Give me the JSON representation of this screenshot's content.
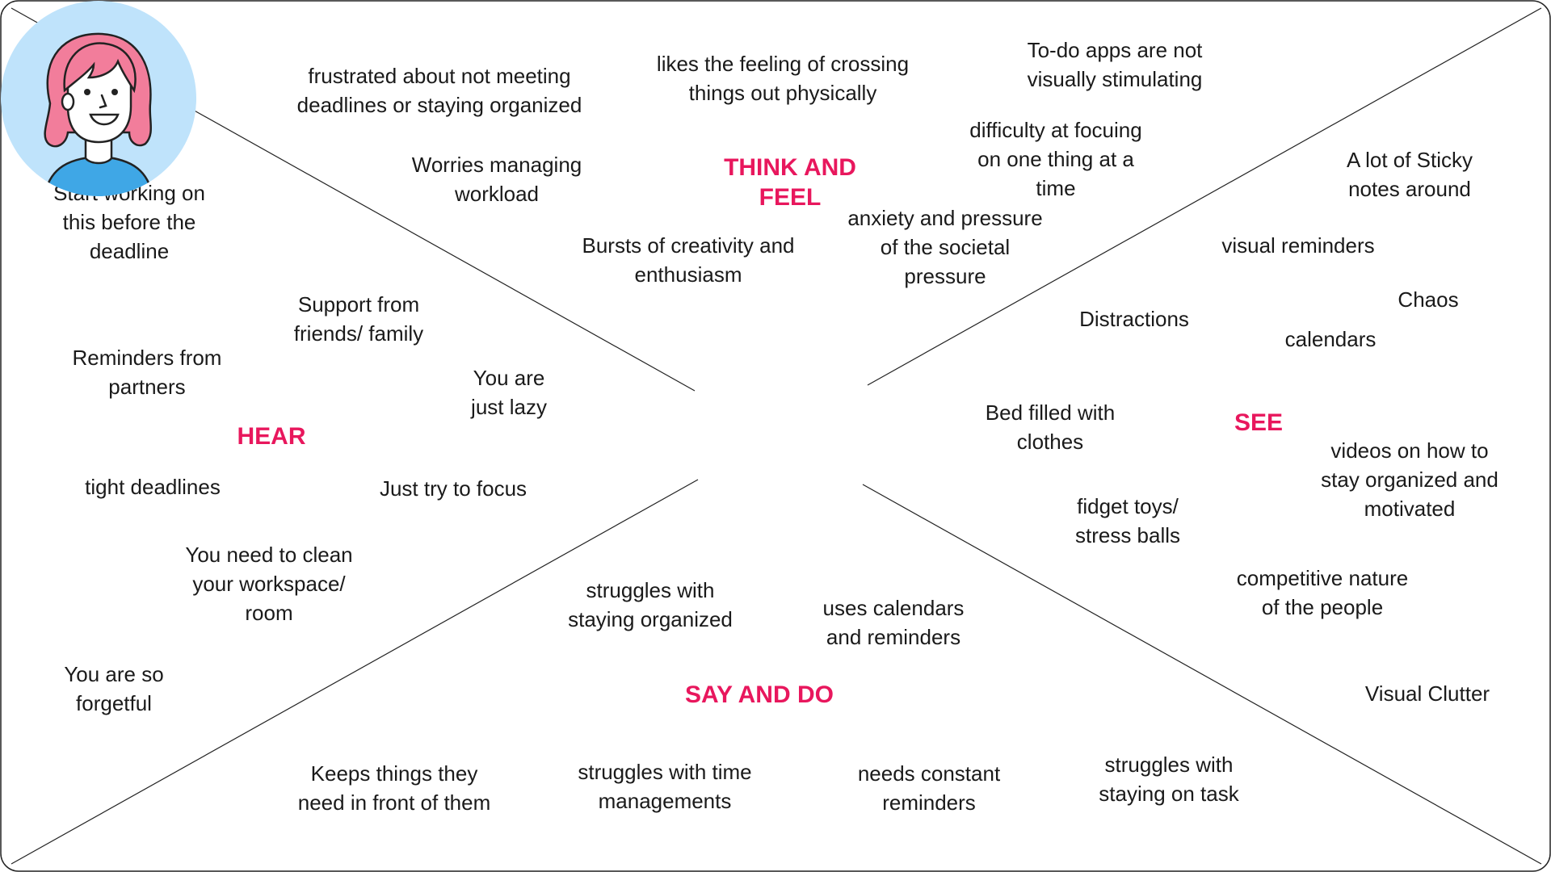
{
  "colors": {
    "accent": "#e8175d",
    "avatar_bg": "#bfe3fb",
    "hair": "#f27d9b",
    "shirt": "#3fa7e6",
    "line": "#222222"
  },
  "quadrants": {
    "think_feel": {
      "heading": [
        "THINK AND",
        "FEEL"
      ],
      "notes": [
        [
          "frustrated about not meeting",
          "deadlines or staying organized"
        ],
        [
          "likes the feeling of crossing",
          "things out physically"
        ],
        [
          "To-do apps are not",
          "visually stimulating"
        ],
        [
          "Worries managing",
          "workload"
        ],
        [
          "difficulty at focuing",
          "on one thing at a",
          "time"
        ],
        [
          "anxiety and pressure",
          "of the societal",
          "pressure"
        ],
        [
          "Bursts of creativity and",
          "enthusiasm"
        ]
      ]
    },
    "hear": {
      "heading": [
        "HEAR"
      ],
      "notes": [
        [
          "Start working on",
          "this before the",
          "deadline"
        ],
        [
          "Support from",
          "friends/ family"
        ],
        [
          "Reminders from",
          "partners"
        ],
        [
          "You are",
          "just lazy"
        ],
        [
          "tight deadlines"
        ],
        [
          "Just try to focus"
        ],
        [
          "You need to clean",
          "your workspace/",
          "room"
        ],
        [
          "You are so",
          "forgetful"
        ]
      ]
    },
    "see": {
      "heading": [
        "SEE"
      ],
      "notes": [
        [
          "A lot of Sticky",
          "notes around"
        ],
        [
          "visual reminders"
        ],
        [
          "Chaos"
        ],
        [
          "Distractions"
        ],
        [
          "calendars"
        ],
        [
          "Bed filled with",
          "clothes"
        ],
        [
          "videos on how to",
          "stay organized and",
          "motivated"
        ],
        [
          "fidget toys/",
          "stress balls"
        ],
        [
          "competitive nature",
          "of the people"
        ],
        [
          "Visual Clutter"
        ]
      ]
    },
    "say_do": {
      "heading": [
        "SAY AND DO"
      ],
      "notes": [
        [
          "struggles with",
          "staying organized"
        ],
        [
          "uses calendars",
          "and reminders"
        ],
        [
          "Keeps things they",
          "need in front of them"
        ],
        [
          "struggles with time",
          "managements"
        ],
        [
          "needs constant",
          "reminders"
        ],
        [
          "struggles with",
          "staying on task"
        ]
      ]
    }
  }
}
